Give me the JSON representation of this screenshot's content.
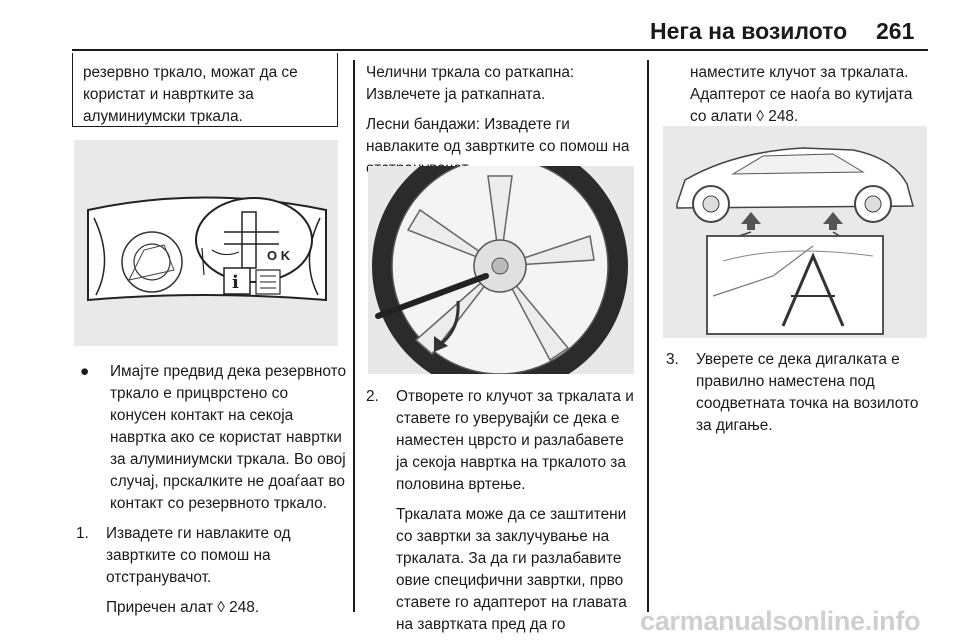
{
  "header": {
    "title": "Нега на возилото",
    "page_number": "261"
  },
  "col1": {
    "note_box": "резервно тркало, можат да се користат и навртките за алуминиумски тркала.",
    "figure1_ok_label": "O K",
    "bullet": "Имајте предвид дека резервното тркало е прицврстено со конусен контакт на секоја навртка ако се користат навртки за алуминиумски тркала. Во овој случај, прскалките не доаѓаат во контакт со резервното тркало.",
    "step1_number": "1.",
    "step1_text": "Извадете ги навлаките од завртките со помош на отстранувачот.",
    "step1_ref": "Приречен алат ◊ 248."
  },
  "col2": {
    "p1": "Челични тркала со раткапна: Извлечете ја раткапната.",
    "p2": "Лесни бандажи: Извадете ги навлаките од завртките со помош на отстранувачот.",
    "step2_number": "2.",
    "step2_text": "Отворете го клучот за тркалата и ставете го уверувајќи се дека е наместен цврсто и разлабавете ја секоја навртка на тркалото за половина вртење.",
    "step2_text2": "Тркалата може да се заштитени со завртки за заклучување на тркалата. За да ги разлабавите овие специфични завртки, прво ставете го адаптерот на главата на завртката пред да го"
  },
  "col3": {
    "p1": "наместите клучот за тркалата. Адаптерот се наоѓа во кутијата со алати ◊ 248.",
    "step3_number": "3.",
    "step3_text": "Уверете се дека дигалката е правилно наместена под соодветната точка на возилото за дигање."
  },
  "watermark": "carmanualsonline.info",
  "colors": {
    "text": "#1a1a1a",
    "figure_bg": "#e9e9e9",
    "watermark": "#cfcfcf"
  }
}
